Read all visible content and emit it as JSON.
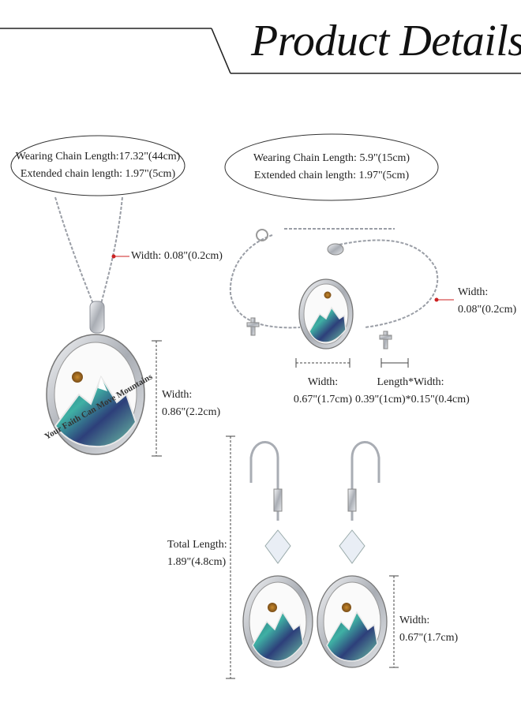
{
  "header": {
    "title": "Product Details"
  },
  "necklace": {
    "chain_length": "Wearing Chain Length:17.32\"(44cm)",
    "extended_length": "Extended chain length: 1.97\"(5cm)",
    "chain_width": "Width: 0.08\"(0.2cm)",
    "pendant_width_label": "Width:",
    "pendant_width_value": "0.86\"(2.2cm)",
    "engraving": "Your Faith Can Move Mountains"
  },
  "bracelet": {
    "chain_length": "Wearing Chain Length: 5.9\"(15cm)",
    "extended_length": "Extended chain length: 1.97\"(5cm)",
    "chain_width_label": "Width:",
    "chain_width_value": "0.08\"(0.2cm)",
    "pendant_width_label": "Width:",
    "pendant_width_value": "0.67\"(1.7cm)",
    "cross_size_label": "Length*Width:",
    "cross_size_value": "0.39\"(1cm)*0.15\"(0.4cm)"
  },
  "earrings": {
    "total_length_label": "Total Length:",
    "total_length_value": "1.89\"(4.8cm)",
    "width_label": "Width:",
    "width_value": "0.67\"(1.7cm)"
  },
  "colors": {
    "accent_dot": "#cc2222",
    "silver": "#b9bcc2",
    "abalone": "#2a8a8a",
    "sun": "#8a5a1e"
  }
}
